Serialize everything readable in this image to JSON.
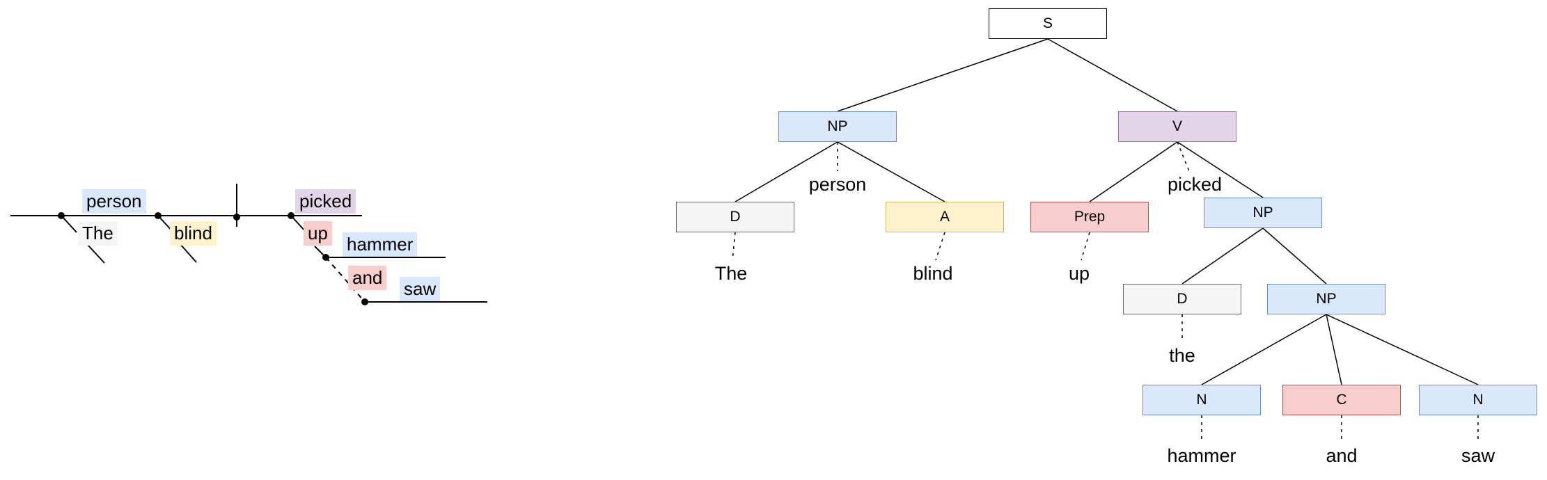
{
  "colors": {
    "blue_fill": "#dae8fc",
    "blue_stroke": "#6c8ebf",
    "purple_fill": "#e1d5e7",
    "purple_stroke": "#9673a6",
    "yellow_fill": "#fff2cc",
    "yellow_stroke": "#d6b656",
    "red_fill": "#f8cecc",
    "red_stroke": "#b85450",
    "gray_fill": "#f5f5f5",
    "gray_stroke": "#666666",
    "white_fill": "#ffffff",
    "black_stroke": "#000000"
  },
  "sentence_diagram": {
    "words": {
      "person": "person",
      "the": "The",
      "blind": "blind",
      "picked": "picked",
      "up": "up",
      "hammer": "hammer",
      "and": "and",
      "saw": "saw"
    }
  },
  "syntax_tree": {
    "nodes": {
      "s": "S",
      "np1": "NP",
      "v": "V",
      "d1": "D",
      "a": "A",
      "prep": "Prep",
      "np2": "NP",
      "d2": "D",
      "np3": "NP",
      "n1": "N",
      "c": "C",
      "n2": "N"
    },
    "terminals": {
      "person": "person",
      "picked": "picked",
      "the_1": "The",
      "blind": "blind",
      "up": "up",
      "the_2": "the",
      "hammer": "hammer",
      "and": "and",
      "saw": "saw"
    }
  }
}
